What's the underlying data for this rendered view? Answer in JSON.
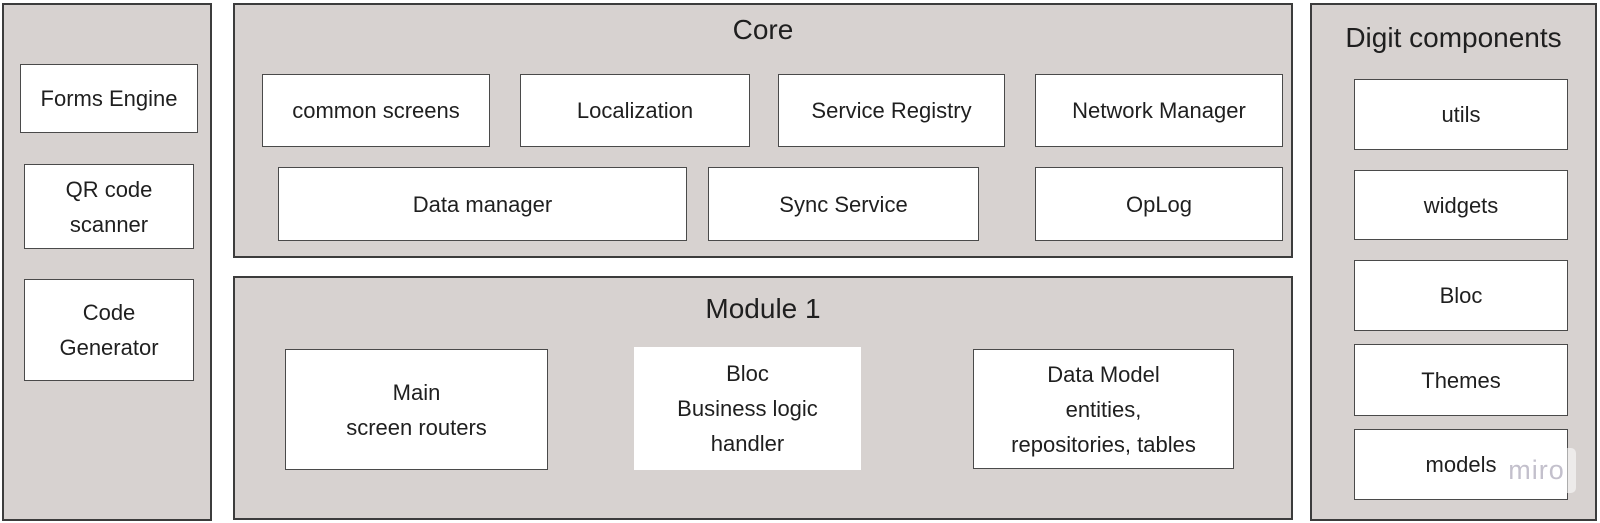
{
  "colors": {
    "panel_bg": "#d7d2d0",
    "panel_border": "#3c3c3c",
    "box_border": "#4a4a4a",
    "text": "#1f1f1f",
    "watermark": "#c3c0cc"
  },
  "left_panel": {
    "boxes": [
      {
        "label": "Forms Engine"
      },
      {
        "label": "QR code\nscanner"
      },
      {
        "label": "Code\nGenerator"
      }
    ]
  },
  "core": {
    "title": "Core",
    "row1": [
      {
        "label": "common screens"
      },
      {
        "label": "Localization"
      },
      {
        "label": "Service Registry"
      },
      {
        "label": "Network Manager"
      }
    ],
    "row2": [
      {
        "label": "Data manager"
      },
      {
        "label": "Sync Service"
      },
      {
        "label": "OpLog"
      }
    ]
  },
  "module1": {
    "title": "Module 1",
    "boxes": [
      {
        "label": "Main\nscreen routers"
      },
      {
        "label": "Bloc\nBusiness logic\nhandler"
      },
      {
        "label": "Data Model\nentities,\nrepositories, tables"
      }
    ]
  },
  "digit_components": {
    "title": "Digit components",
    "boxes": [
      {
        "label": "utils"
      },
      {
        "label": "widgets"
      },
      {
        "label": "Bloc"
      },
      {
        "label": "Themes"
      },
      {
        "label": "models"
      }
    ]
  },
  "watermark": "miro"
}
